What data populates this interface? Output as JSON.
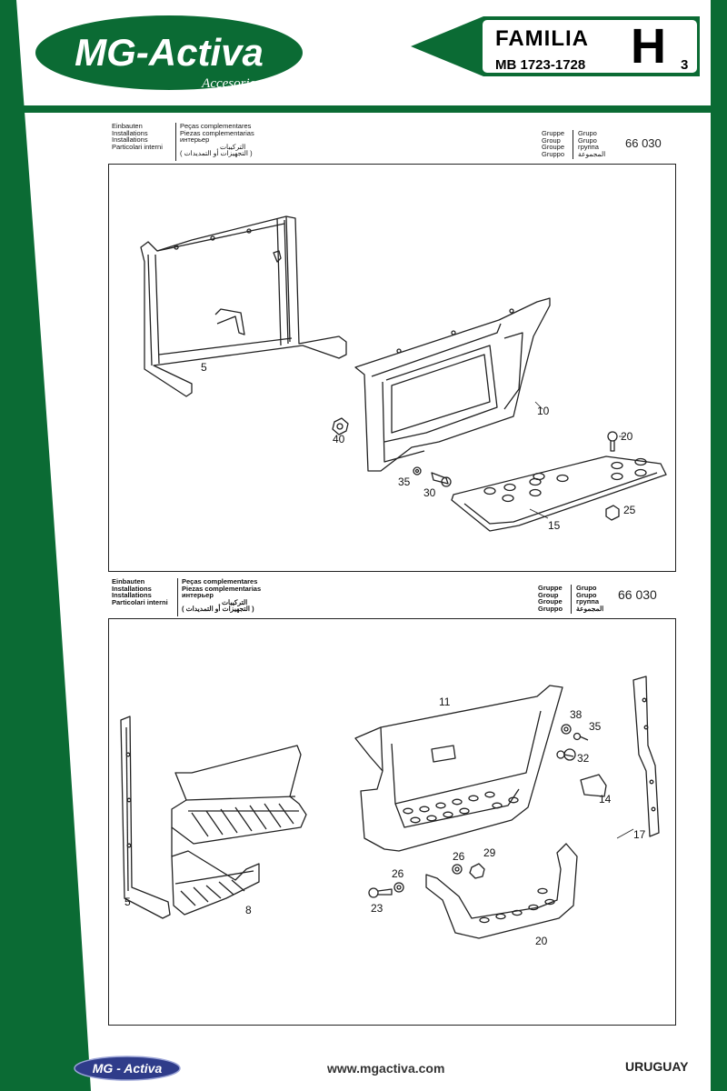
{
  "brand": {
    "name": "MG-Activa",
    "tagline": "Accesorios",
    "green": "#0b6b34"
  },
  "family_badge": {
    "title": "FAMILIA",
    "subtitle": "MB 1723-1728",
    "letter": "H",
    "number": "3"
  },
  "catalog_header_text": {
    "labels_left": [
      "Einbauten",
      "Installations",
      "Installations",
      "Particolari interni"
    ],
    "labels_right": [
      "Peças complementares",
      "Piezas complementarias",
      "интерьер",
      "التركيبات",
      "( التجهيزات أو التمديدات )"
    ],
    "group_labels_left": [
      "Gruppe",
      "Group",
      "Groupe",
      "Gruppo"
    ],
    "group_labels_right": [
      "Grupo",
      "Grupo",
      "группа",
      "المجموعة"
    ]
  },
  "diagrams": [
    {
      "group_number": "66 030",
      "callouts": [
        "5",
        "10",
        "40",
        "20",
        "35",
        "30",
        "25",
        "15"
      ]
    },
    {
      "group_number": "66 030",
      "callouts": [
        "11",
        "38",
        "35",
        "32",
        "14",
        "17",
        "5",
        "8",
        "26",
        "29",
        "26",
        "23",
        "20"
      ]
    }
  ],
  "footer": {
    "logo_text": "MG - Activa",
    "url": "www.mgactiva.com",
    "country": "URUGUAY"
  }
}
